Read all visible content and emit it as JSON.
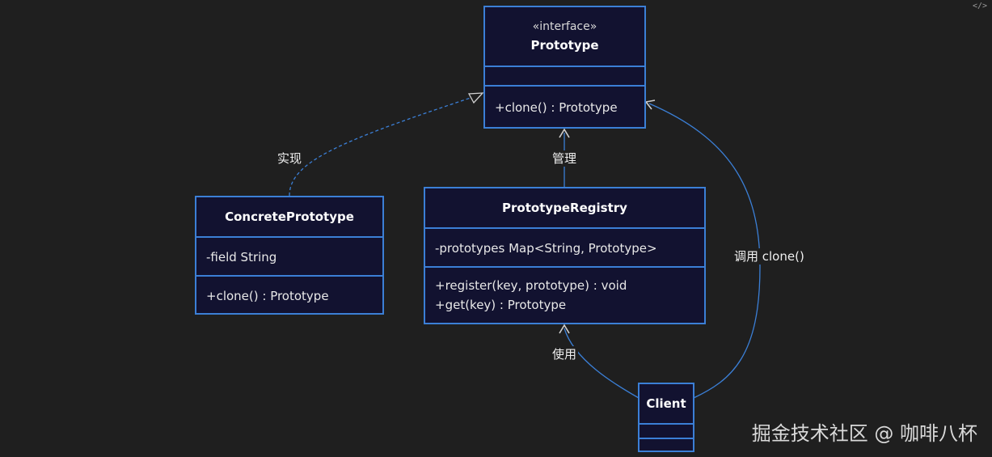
{
  "classes": {
    "prototype": {
      "stereotype": "«interface»",
      "name": "Prototype",
      "attributes": [],
      "methods": [
        "+clone() : Prototype"
      ]
    },
    "concrete_prototype": {
      "name": "ConcretePrototype",
      "attributes": [
        "-field String"
      ],
      "methods": [
        "+clone() : Prototype"
      ]
    },
    "prototype_registry": {
      "name": "PrototypeRegistry",
      "attributes": [
        "-prototypes Map<String, Prototype>"
      ],
      "methods": [
        "+register(key, prototype) : void",
        "+get(key) : Prototype"
      ]
    },
    "client": {
      "name": "Client",
      "attributes": [],
      "methods": []
    }
  },
  "relations": {
    "implements": "实现",
    "manages": "管理",
    "uses": "使用",
    "calls_clone": "调用 clone()"
  },
  "corner_icon": "</>",
  "watermark": "掘金技术社区 @ 咖啡八杯",
  "colors": {
    "background": "#1f1f1f",
    "box_fill": "#121230",
    "box_border": "#3b7fd6",
    "edge": "#3b7fd6",
    "arrow_head": "#d0d0d0"
  }
}
